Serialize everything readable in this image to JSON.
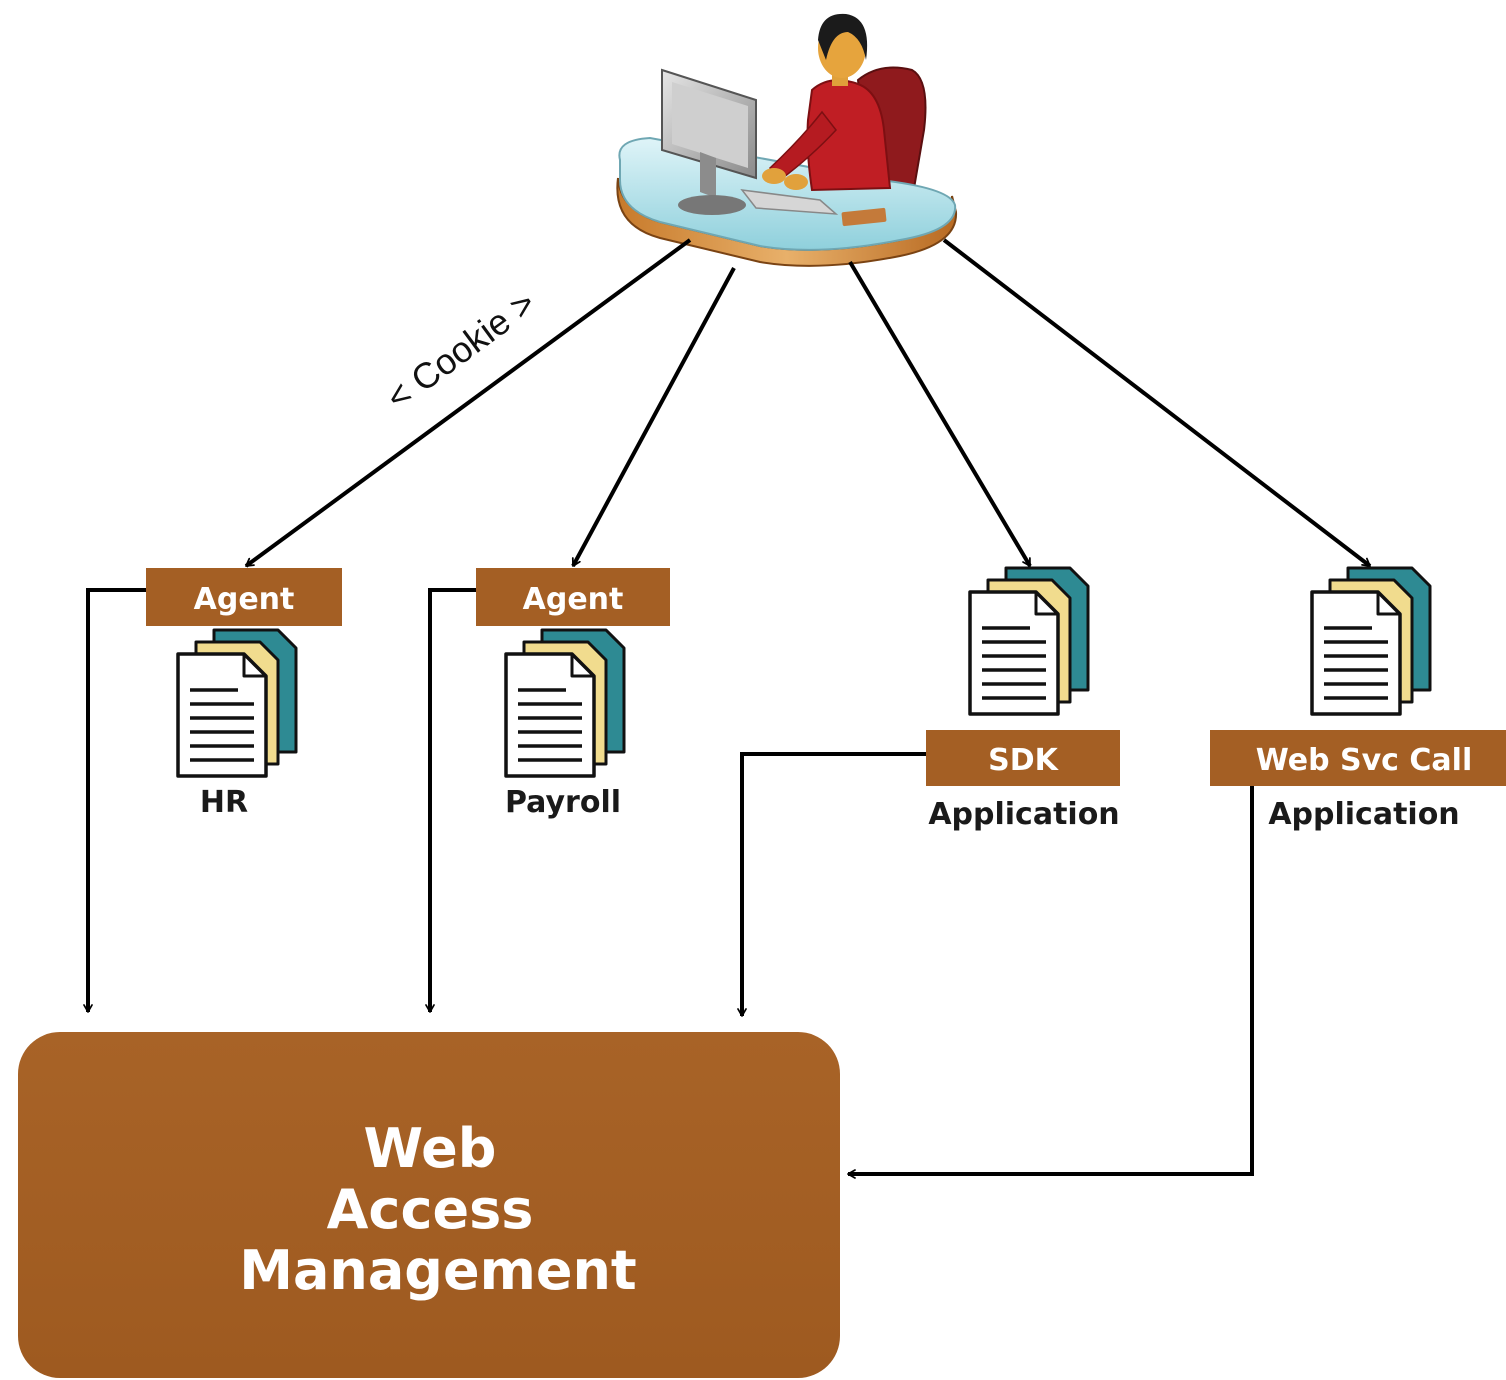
{
  "colors": {
    "accent": "#a45f24",
    "line": "#000000",
    "text": "#1a1a1a"
  },
  "user": {
    "icon": "user-at-desk-icon"
  },
  "connector_label": "< Cookie >",
  "components": [
    {
      "tag": "Agent",
      "caption": "HR",
      "icon": "documents-icon"
    },
    {
      "tag": "Agent",
      "caption": "Payroll",
      "icon": "documents-icon"
    },
    {
      "tag": "SDK",
      "caption": "Application",
      "icon": "documents-icon"
    },
    {
      "tag": "Web Svc Call",
      "caption": "Application",
      "icon": "documents-icon"
    }
  ],
  "wam": {
    "line1": "Web",
    "line2": "Access",
    "line3": "Management"
  }
}
